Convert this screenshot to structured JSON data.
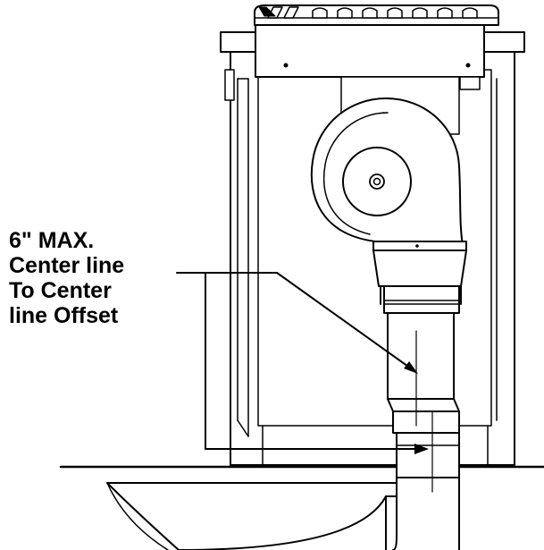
{
  "callout": {
    "lines": [
      "6\" MAX.",
      "Center line",
      "To Center",
      "line Offset"
    ]
  },
  "colors": {
    "stroke": "#000000",
    "fill": "#ffffff"
  },
  "icons": {
    "grille": "burner-grate-icon",
    "motor": "blower-motor-icon"
  }
}
